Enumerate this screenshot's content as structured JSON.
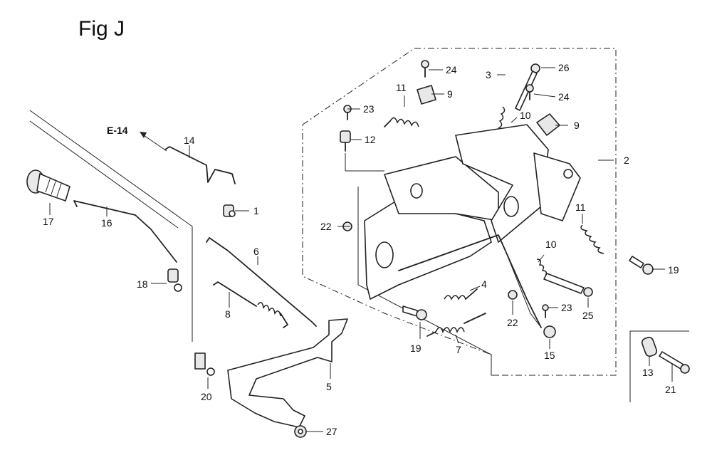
{
  "figure": {
    "title": "Fig J",
    "ref_label": "E-14"
  },
  "callouts": [
    {
      "id": "c1",
      "text": "1"
    },
    {
      "id": "c2",
      "text": "2"
    },
    {
      "id": "c3",
      "text": "3"
    },
    {
      "id": "c4",
      "text": "4"
    },
    {
      "id": "c5",
      "text": "5"
    },
    {
      "id": "c6",
      "text": "6"
    },
    {
      "id": "c7",
      "text": "7"
    },
    {
      "id": "c8",
      "text": "8"
    },
    {
      "id": "c9a",
      "text": "9"
    },
    {
      "id": "c9b",
      "text": "9"
    },
    {
      "id": "c10a",
      "text": "10"
    },
    {
      "id": "c10b",
      "text": "10"
    },
    {
      "id": "c11a",
      "text": "11"
    },
    {
      "id": "c11b",
      "text": "11"
    },
    {
      "id": "c12",
      "text": "12"
    },
    {
      "id": "c13",
      "text": "13"
    },
    {
      "id": "c14",
      "text": "14"
    },
    {
      "id": "c15",
      "text": "15"
    },
    {
      "id": "c16",
      "text": "16"
    },
    {
      "id": "c17",
      "text": "17"
    },
    {
      "id": "c18",
      "text": "18"
    },
    {
      "id": "c19a",
      "text": "19"
    },
    {
      "id": "c19b",
      "text": "19"
    },
    {
      "id": "c20",
      "text": "20"
    },
    {
      "id": "c21",
      "text": "21"
    },
    {
      "id": "c22a",
      "text": "22"
    },
    {
      "id": "c22b",
      "text": "22"
    },
    {
      "id": "c23a",
      "text": "23"
    },
    {
      "id": "c23b",
      "text": "23"
    },
    {
      "id": "c24a",
      "text": "24"
    },
    {
      "id": "c24b",
      "text": "24"
    },
    {
      "id": "c25",
      "text": "25"
    },
    {
      "id": "c26",
      "text": "26"
    },
    {
      "id": "c27",
      "text": "27"
    }
  ]
}
